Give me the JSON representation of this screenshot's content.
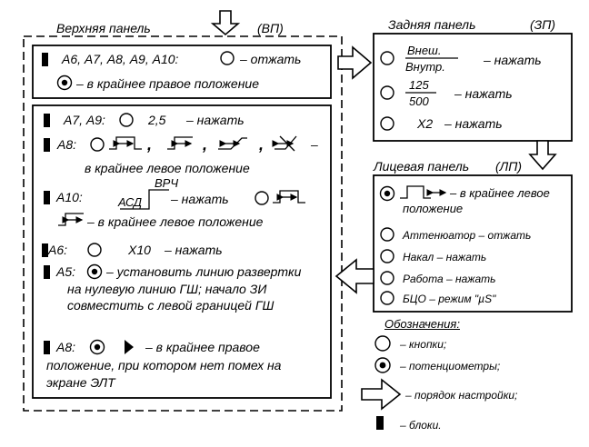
{
  "top_panel": {
    "title": "Верхняя панель",
    "abbr": "(ВП)",
    "box1": {
      "line1_codes": "А6, А7, А8, А9, А10:",
      "line1_action": "– отжать",
      "line2_action": "– в крайнее правое положение"
    },
    "box2": {
      "a7a9_codes": "А7, А9:",
      "a7a9_value": "2,5",
      "a7a9_action": "– нажать",
      "a8_code": "А8:",
      "sep1": ",",
      "sep2": ",",
      "sep3": ",",
      "dash": "–",
      "a8_line2": "в крайнее левое положение",
      "a10_code": "А10:",
      "a10_adc": "АСД",
      "a10_vrch": "ВРЧ",
      "a10_action": "– нажать",
      "a10_line2": "– в крайнее левое положение",
      "a6_code": "А6:",
      "a6_value": "Х10",
      "a6_action": "– нажать",
      "a5_code": "А5:",
      "a5_line1": "– установить линию развертки",
      "a5_line2": "на  нулевую  линию ГШ; начало ЗИ",
      "a5_line3": "совместить с левой границей ГШ",
      "a8b_code": "А8:",
      "a8b_line1": "– в крайнее правое",
      "a8b_line2": "положение, при котором нет помех на",
      "a8b_line3": "экране ЭЛТ"
    }
  },
  "back_panel": {
    "title": "Задняя панель",
    "abbr": "(ЗП)",
    "frac1_num": "Внеш.",
    "frac1_den": "Внутр.",
    "frac1_action": "– нажать",
    "frac2_num": "125",
    "frac2_den": "500",
    "frac2_action": "– нажать",
    "x2_label": "Х2",
    "x2_action": "– нажать"
  },
  "front_panel": {
    "title": "Лицевая панель",
    "abbr": "(ЛП)",
    "item1_line1": "– в крайнее левое",
    "item1_line2": "положение",
    "attenuator": "Аттенюатор – отжать",
    "nakal": "Накал – нажать",
    "rabota": "Работа – нажать",
    "bco": "БЦО – режим \"µS\""
  },
  "legend": {
    "title": "Обозначения:",
    "buttons": "– кнопки;",
    "pots": "– потенциометры;",
    "order": "– порядок настройки;",
    "blocks": "– блоки."
  }
}
